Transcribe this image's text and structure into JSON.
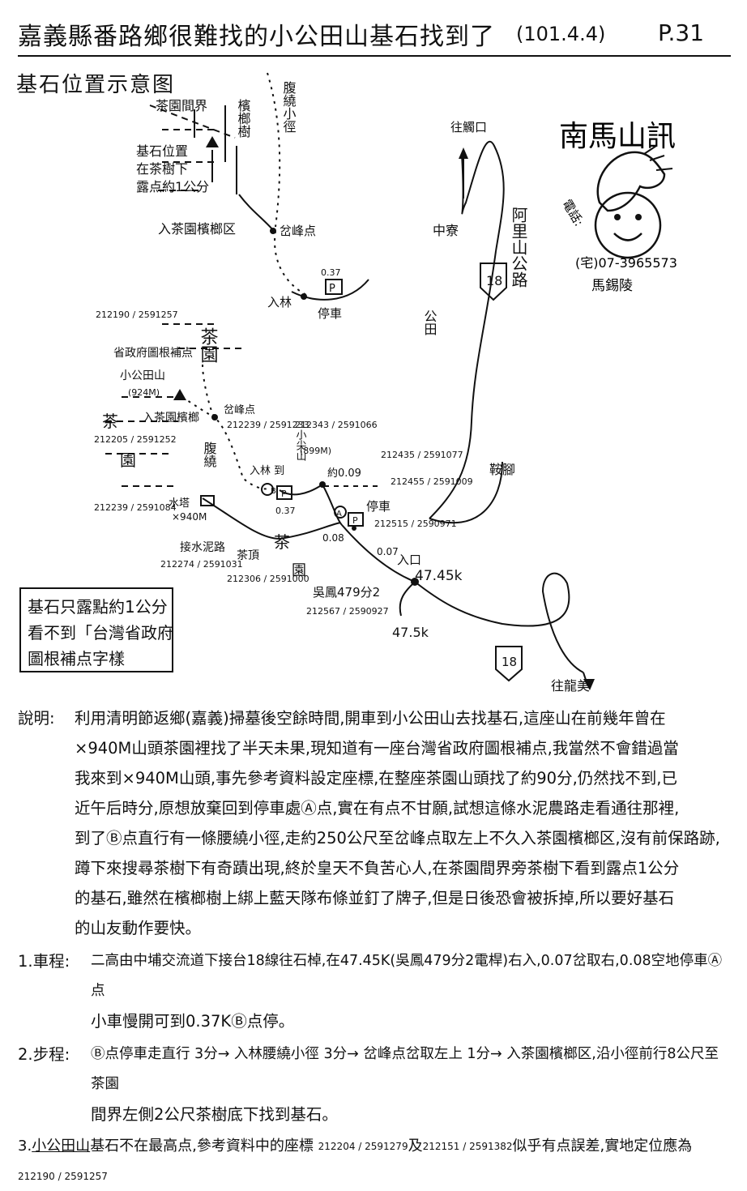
{
  "header": {
    "title": "嘉義縣番路鄉很難找的小公田山基石找到了",
    "date": "(101.4.4)",
    "page": "P.31"
  },
  "map": {
    "caption": "基石位置示意图",
    "top": {
      "tea_boundary": "茶園間界",
      "betel_grove": "檳榔樹",
      "stone_loc_1": "基石位置",
      "stone_loc_2": "在茶樹下",
      "stone_loc_3": "露点約1公分",
      "enter_area": "入茶園檳榔区",
      "belly_path": "腹繞小徑",
      "junction": "岔峰点",
      "entry": "入林",
      "parking": "停車",
      "dist": "0.37",
      "p": "P"
    },
    "main": {
      "coord_top": "212190 / 2591257",
      "survey_point": "省政府圖根補点",
      "peak_name": "小公田山",
      "peak_elev": "(924M)",
      "tea_area": "茶園",
      "enter_area": "入茶園檳榔",
      "coord_left": "212205 / 2591252",
      "junction": "岔峰点",
      "coord_junction": "212239 / 2591233",
      "belly_path": "腹繞",
      "entry_label": "入林 到",
      "coord_small_peak": "212343 / 2591066",
      "small_peak": "小尖山",
      "small_peak_elev": "(899M)",
      "about": "約0.09",
      "coord_right1": "212435 / 2591077",
      "coord_right2": "212455 / 2591009",
      "parking": "停車",
      "tower": "水塔",
      "coord_tower": "212239 / 2591084",
      "elev_tower": "×940M",
      "tea_factory": "茶園",
      "coord_farm": "212515 / 2590971",
      "d1": "0.08",
      "d2": "0.07",
      "water_road": "接水泥路",
      "coord_a": "212274 / 2591031",
      "tea_top": "茶頂",
      "coord_b": "212306 / 2591000",
      "d3": "0.37",
      "entrance": "入口",
      "km1": "47.45k",
      "pole": "吳鳳479分2",
      "coord_pole": "212567 / 2590927",
      "km2": "47.5k",
      "to_longmei": "往龍美",
      "alishan_road": "阿里山公路",
      "to_chuhu": "往觸口",
      "zhongliao": "中寮",
      "gongtian": "公田",
      "anjiao": "鞍腳",
      "route": "18"
    },
    "note_box": [
      "基石只露點約1公分",
      "看不到「台灣省政府",
      "圖根補点字樣"
    ]
  },
  "stamp": {
    "name_title": "南馬山訊",
    "phone_label": "電話:",
    "phone": "(宅)07-3965573",
    "person": "馬錫陵"
  },
  "explanation": {
    "label": "說明:",
    "lines": [
      "利用清明節返鄉(嘉義)掃墓後空餘時間,開車到小公田山去找基石,這座山在前幾年曾在",
      "×940M山頭茶園裡找了半天未果,現知道有一座台灣省政府圖根補点,我當然不會錯過當",
      "我來到×940M山頭,事先參考資料設定座標,在整座茶園山頭找了約90分,仍然找不到,已",
      "近午后時分,原想放棄回到停車處Ⓐ点,實在有点不甘願,試想這條水泥農路走看通往那裡,",
      "到了Ⓑ点直行有一條腰繞小徑,走約250公尺至岔峰点取左上不久入茶園檳榔区,沒有前保路跡,",
      "蹲下來搜尋茶樹下有奇蹟出現,終於皇天不負苦心人,在茶園間界旁茶樹下看到露点1公分",
      "的基石,雖然在檳榔樹上綁上藍天隊布條並釘了牌子,但是日後恐會被拆掉,所以要好基石",
      "的山友動作要快。"
    ],
    "step1_label": "1.車程:",
    "step1_lines": [
      "二高由中埔交流道下接台18線往石棹,在47.45K(吳鳳479分2電桿)右入,0.07岔取右,0.08空地停車Ⓐ点",
      "小車慢開可到0.37KⒷ点停。"
    ],
    "step2_label": "2.步程:",
    "step2_lines": [
      "Ⓑ点停車走直行 3分→ 入林腰繞小徑 3分→ 岔峰点岔取左上 1分→ 入茶園檳榔区,沿小徑前行8公尺至茶園",
      "間界左側2公尺茶樹底下找到基石。"
    ],
    "step3_label": "3.",
    "step3_a": "小公田山",
    "step3_b": "基石不在最高点,參考資料中的座標",
    "step3_c1": "212204 / 2591279",
    "step3_mid": "及",
    "step3_c2": "212151 / 2591382",
    "step3_d": "似乎有点誤差,實地定位應為",
    "step3_c3": "212190 / 2591257"
  }
}
